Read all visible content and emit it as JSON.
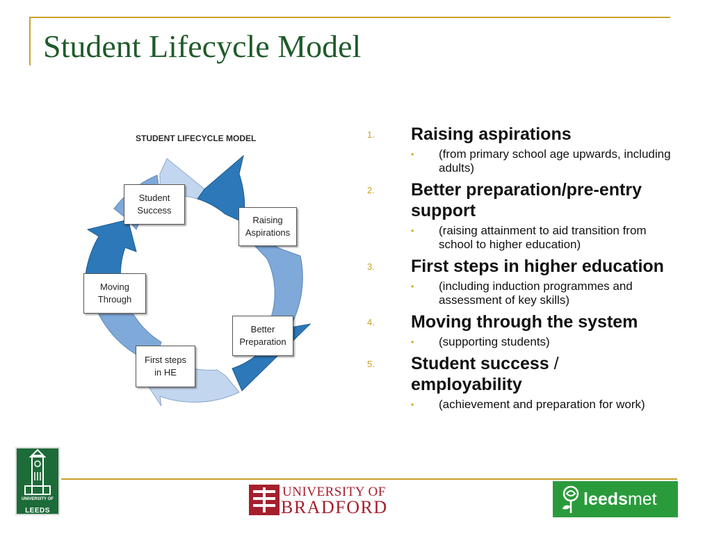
{
  "slide": {
    "title": "Student Lifecycle Model"
  },
  "diagram": {
    "heading": "STUDENT LIFECYCLE MODEL",
    "stages": [
      {
        "line1": "Raising",
        "line2": "Aspirations"
      },
      {
        "line1": "Better",
        "line2": "Preparation"
      },
      {
        "line1": "First steps",
        "line2": "in HE"
      },
      {
        "line1": "Moving",
        "line2": "Through"
      },
      {
        "line1": "Student",
        "line2": "Success"
      }
    ],
    "colors": {
      "dark": "#2c78b8",
      "mid": "#7ea9d8",
      "light": "#c3d6ef"
    }
  },
  "list": {
    "items": [
      {
        "num": "1.",
        "head": "Raising aspirations",
        "head_plain": "",
        "tail": "",
        "sub": "(from primary school age upwards, including adults)"
      },
      {
        "num": "2.",
        "head": "Better preparation/pre-entry support",
        "head_plain": "",
        "tail": "",
        "sub": "(raising attainment to aid transition from school to higher education)"
      },
      {
        "num": "3.",
        "head": "First steps in higher education",
        "head_plain": "",
        "tail": "",
        "sub": "(including induction programmes and assessment of key skills)"
      },
      {
        "num": "4.",
        "head": "Moving through the system",
        "head_plain": "",
        "tail": "",
        "sub": "(supporting students)"
      },
      {
        "num": "5.",
        "head": "Student success",
        "head_plain": " / ",
        "tail": "employability",
        "sub": "(achievement and preparation for work)"
      }
    ],
    "bullet": "•"
  },
  "logos": {
    "leeds_line1": "UNIVERSITY OF",
    "leeds_line2": "LEEDS",
    "bradford_line1": "UNIVERSITY OF",
    "bradford_line2": "BRADFORD",
    "leedsmet_part1": "leeds",
    "leedsmet_part2": "met"
  },
  "theme": {
    "title_color": "#1f5b2a",
    "accent": "#c9a227"
  }
}
